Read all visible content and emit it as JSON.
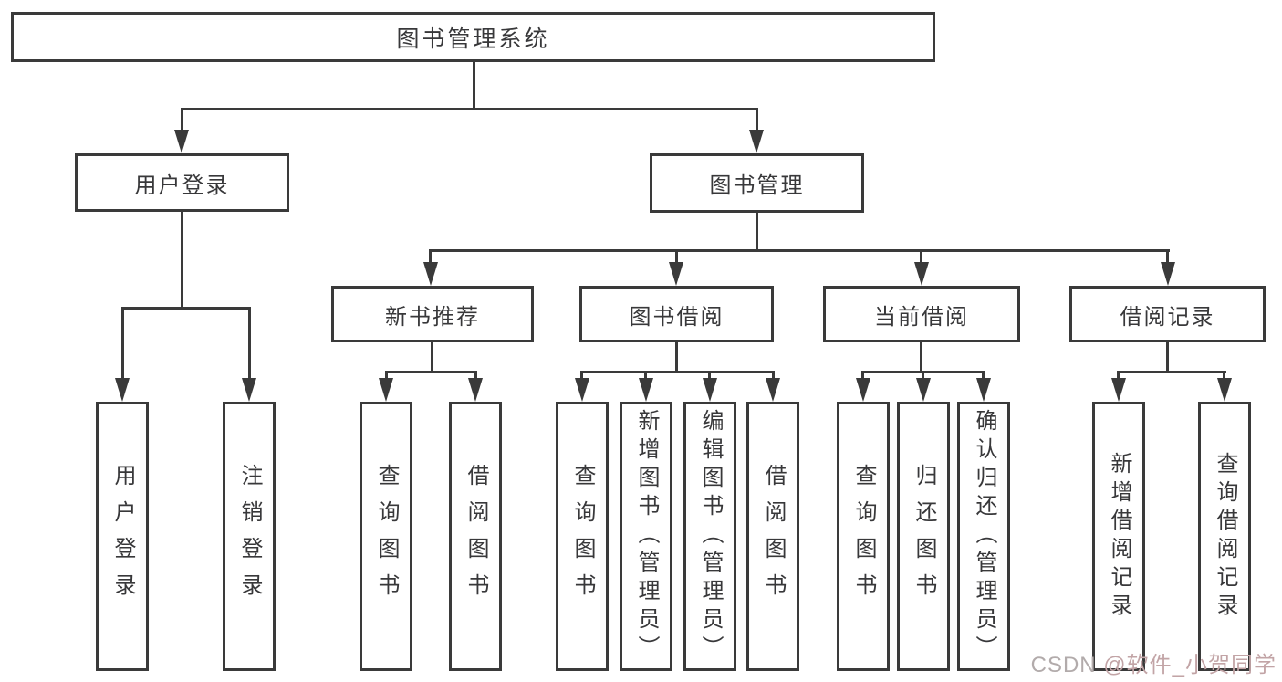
{
  "root": {
    "label": "图书管理系统"
  },
  "login": {
    "label": "用户登录",
    "children": [
      {
        "label": "用户登录"
      },
      {
        "label": "注销登录"
      }
    ]
  },
  "manage": {
    "label": "图书管理",
    "groups": [
      {
        "label": "新书推荐",
        "children": [
          {
            "label": "查询图书"
          },
          {
            "label": "借阅图书"
          }
        ]
      },
      {
        "label": "图书借阅",
        "children": [
          {
            "label": "查询图书"
          },
          {
            "label": "新增图书（管理员）"
          },
          {
            "label": "编辑图书（管理员）"
          },
          {
            "label": "借阅图书"
          }
        ]
      },
      {
        "label": "当前借阅",
        "children": [
          {
            "label": "查询图书"
          },
          {
            "label": "归还图书"
          },
          {
            "label": "确认归还（管理员）"
          }
        ]
      },
      {
        "label": "借阅记录",
        "children": [
          {
            "label": "新增借阅记录"
          },
          {
            "label": "查询借阅记录"
          }
        ]
      }
    ]
  },
  "watermark": {
    "prefix": "CSDN ",
    "user": "@软件_小贺同学"
  },
  "colors": {
    "line": "#3a3a3a",
    "text": "#38383a",
    "background": "#ffffff",
    "watermark_gray": "#b2abab",
    "watermark_pink": "#c2a4a6"
  }
}
